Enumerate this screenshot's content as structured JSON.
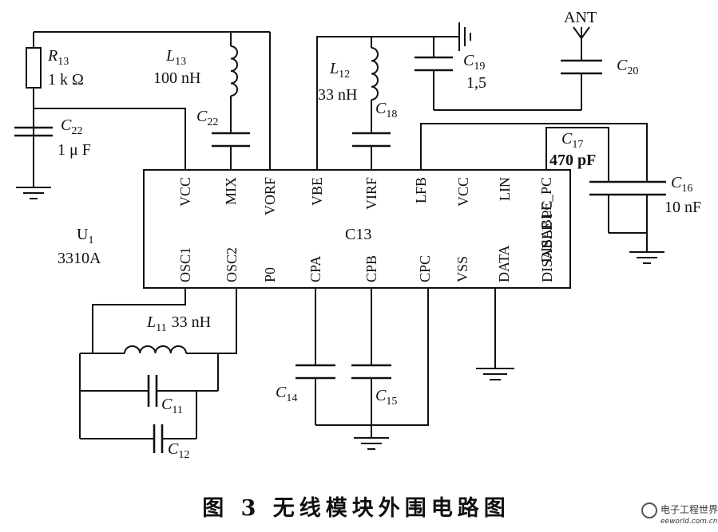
{
  "chip": {
    "ref": "U",
    "ref_sub": "1",
    "model": "3310A",
    "center_label": "C13",
    "pins_top": [
      "VCC",
      "MIX",
      "VORF",
      "VBE",
      "VIRF",
      "LFB",
      "VCC",
      "LIN",
      "DISABLE_PC"
    ],
    "pins_bottom": [
      "OSC1",
      "OSC2",
      "P0",
      "CPA",
      "CPB",
      "CPC",
      "VSS",
      "DATA",
      "DISABLE PC"
    ]
  },
  "components": {
    "r13": {
      "sym": "R",
      "sub": "13",
      "value": "1 k Ω"
    },
    "c22a": {
      "sym": "C",
      "sub": "22",
      "value": "1 μ F"
    },
    "l13": {
      "sym": "L",
      "sub": "13",
      "value": "100 nH"
    },
    "c22b": {
      "sym": "C",
      "sub": "22"
    },
    "l12": {
      "sym": "L",
      "sub": "12",
      "value": "33 nH"
    },
    "c18": {
      "sym": "C",
      "sub": "18"
    },
    "c19": {
      "sym": "C",
      "sub": "19",
      "value": "1,5"
    },
    "ant": {
      "label": "ANT"
    },
    "c20": {
      "sym": "C",
      "sub": "20"
    },
    "c17": {
      "sym": "C",
      "sub": "17",
      "value": "470 pF"
    },
    "c16": {
      "sym": "C",
      "sub": "16",
      "value": "10 nF"
    },
    "l11": {
      "sym": "L",
      "sub": "11",
      "value": "33 nH"
    },
    "c11": {
      "sym": "C",
      "sub": "11"
    },
    "c12": {
      "sym": "C",
      "sub": "12"
    },
    "c14": {
      "sym": "C",
      "sub": "14"
    },
    "c15": {
      "sym": "C",
      "sub": "15"
    }
  },
  "caption": "图 3  无线模块外围电路图",
  "watermark": {
    "name": "电子工程世界",
    "url": "eeworld.com.cn"
  }
}
